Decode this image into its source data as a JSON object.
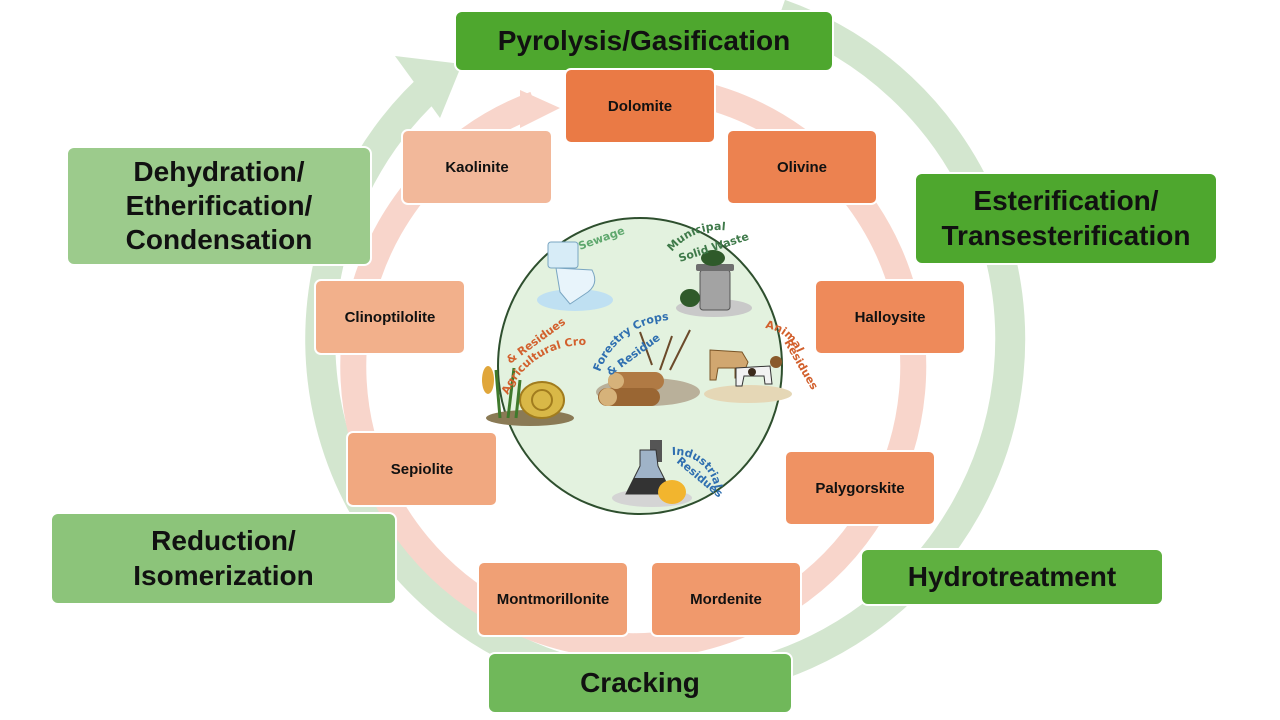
{
  "colors": {
    "outer_arrow": "#d3e6cf",
    "inner_arrow": "#f8d5cb",
    "process_dark": "#4ea72e",
    "process_mid": "#70b85a",
    "process_light": "#9ccb8c",
    "mineral_dark": "#ea7a45",
    "mineral_light": "#f2b89a",
    "center_fill": "#e3f2df",
    "center_stroke": "#2e4f2e"
  },
  "processes": {
    "pyrolysis": "Pyrolysis/Gasification",
    "esterification": "Esterification/\nTransesterification",
    "hydrotreatment": "Hydrotreatment",
    "cracking": "Cracking",
    "reduction": "Reduction/\nIsomerization",
    "dehydration": "Dehydration/\nEtherification/\nCondensation"
  },
  "minerals": {
    "dolomite": "Dolomite",
    "olivine": "Olivine",
    "halloysite": "Halloysite",
    "palygorskite": "Palygorskite",
    "mordenite": "Mordenite",
    "montmorillonite": "Montmorillonite",
    "sepiolite": "Sepiolite",
    "clinoptilolite": "Clinoptilolite",
    "kaolinite": "Kaolinite"
  },
  "feedstocks": {
    "sewage": "Sewage",
    "municipal_1": "Municipal",
    "municipal_2": "Solid Waste",
    "animal_1": "Animal",
    "animal_2": "Residues",
    "forestry_1": "Forestry Crops",
    "forestry_2": "& Residue",
    "agricultural_1": "Agricultural Crops",
    "agricultural_2": "& Residues",
    "industrial_1": "Industrial",
    "industrial_2": "Residues"
  },
  "icons": {
    "sewage": "toilet-icon",
    "municipal": "trash-can-icon",
    "animal": "livestock-icon",
    "forestry": "logs-icon",
    "agricultural": "hay-bale-icon",
    "industrial": "flask-icon"
  }
}
